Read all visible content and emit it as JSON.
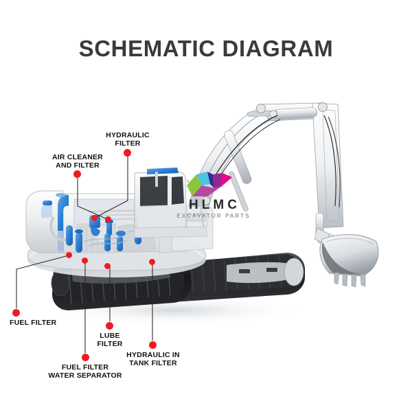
{
  "page": {
    "title": "SCHEMATIC DIAGRAM",
    "background_color": "#ffffff",
    "title_color": "#3a3a3a"
  },
  "logo": {
    "brand": "HLMC",
    "tagline": "EXCAVATOR PARTS",
    "mark_colors": [
      "#8cc63e",
      "#00aeef",
      "#2e3192",
      "#92278f",
      "#ec008c"
    ],
    "brand_color": "#2a2a2a",
    "tagline_color": "#6d6d6d"
  },
  "marker_color": "#ee1b24",
  "leader_color": "#2d2d2d",
  "callouts": [
    {
      "id": "hydraulic-filter",
      "label": "HYDRAULIC\nFILTER"
    },
    {
      "id": "air-cleaner-and-filter",
      "label": "AIR CLEANER\nAND FILTER"
    },
    {
      "id": "fuel-filter",
      "label": "FUEL FILTER"
    },
    {
      "id": "lube-filter",
      "label": "LUBE\nFILTER"
    },
    {
      "id": "fuel-filter-water-separator",
      "label": "FUEL FILTER\nWATER SEPARATOR"
    },
    {
      "id": "hydraulic-in-tank-filter",
      "label": "HYDRAULIC IN\nTANK FILTER"
    }
  ],
  "machine": {
    "name": "tracked hydraulic excavator",
    "body_color": "#e8eaec",
    "track_color": "#1d1d1f",
    "highlight_color": "#2f7fd4",
    "glass_color": "#2b2f33"
  }
}
